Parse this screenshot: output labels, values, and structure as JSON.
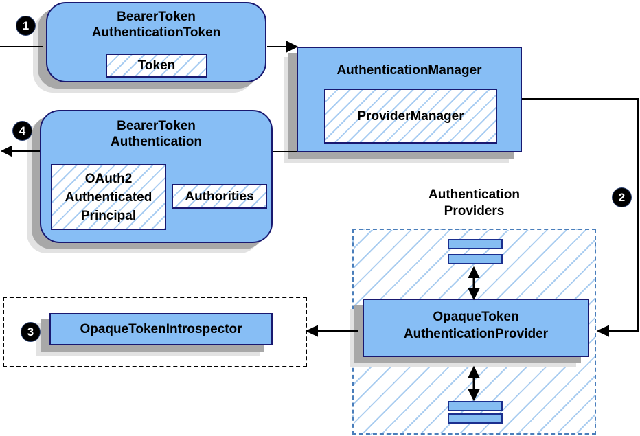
{
  "diagram": {
    "type": "flow-diagram",
    "subject": "opaque-token-authentication-flow",
    "colors": {
      "node_fill": "#87BEF5",
      "node_border": "#191970",
      "hatch_line": "#A9CDF2",
      "providers_dash_border": "#4A7EBB",
      "introspector_dash_border": "#000000",
      "shadow_dark": "#A8A8A8",
      "shadow_light": "#E2E2E2",
      "arrow": "#000000",
      "badge_bg": "#000000",
      "badge_text": "#FFFFFF"
    },
    "badges": {
      "step1": "1",
      "step2": "2",
      "step3": "3",
      "step4": "4"
    },
    "nodes": {
      "bearer_token_authentication_token": {
        "title_line1": "BearerToken",
        "title_line2": "AuthenticationToken",
        "field": "Token"
      },
      "authentication_manager": {
        "title": "AuthenticationManager",
        "field": "ProviderManager"
      },
      "bearer_token_authentication": {
        "title_line1": "BearerToken",
        "title_line2": "Authentication",
        "principal_line1": "OAuth2",
        "principal_line2": "Authenticated",
        "principal_line3": "Principal",
        "authorities": "Authorities"
      },
      "authentication_providers": {
        "label_line1": "Authentication",
        "label_line2": "Providers",
        "provider_line1": "OpaqueToken",
        "provider_line2": "AuthenticationProvider"
      },
      "opaque_token_introspector": {
        "label": "OpaqueTokenIntrospector"
      }
    }
  }
}
